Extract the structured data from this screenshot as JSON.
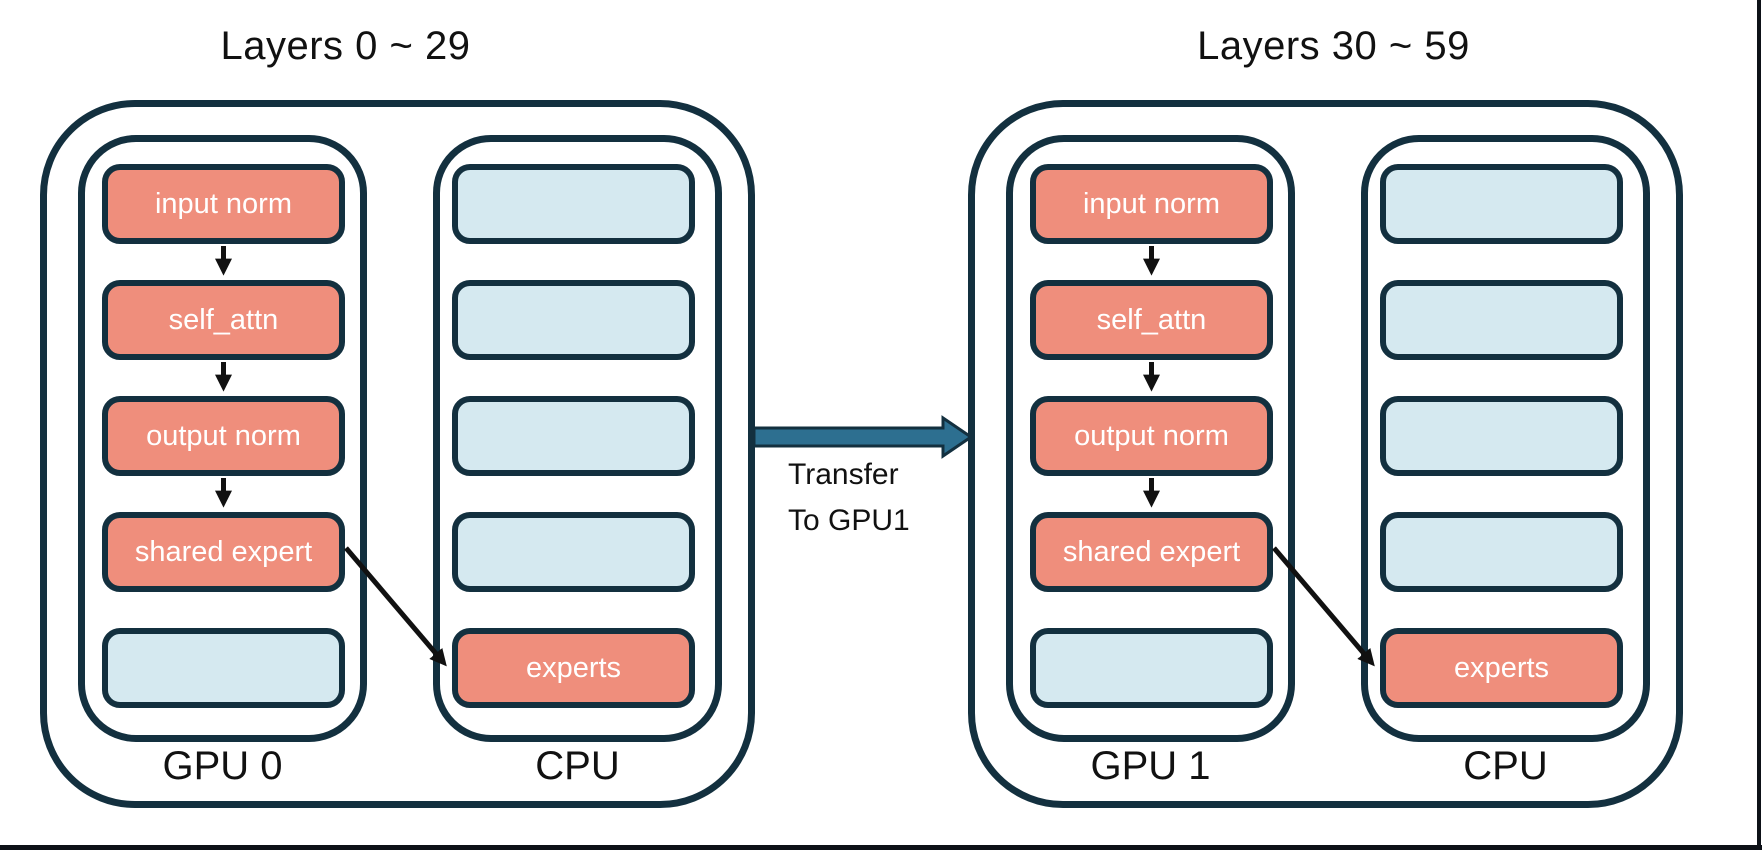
{
  "groups": [
    {
      "title": "Layers 0 ~ 29",
      "gpu_label": "GPU 0",
      "cpu_label": "CPU",
      "gpu_boxes": [
        "input norm",
        "self_attn",
        "output norm",
        "shared expert",
        ""
      ],
      "cpu_boxes": [
        "",
        "",
        "",
        "",
        "experts"
      ]
    },
    {
      "title": "Layers 30 ~ 59",
      "gpu_label": "GPU 1",
      "cpu_label": "CPU",
      "gpu_boxes": [
        "input norm",
        "self_attn",
        "output norm",
        "shared expert",
        ""
      ],
      "cpu_boxes": [
        "",
        "",
        "",
        "",
        "experts"
      ]
    }
  ],
  "transfer": {
    "label_line1": "Transfer",
    "label_line2": "To GPU1"
  },
  "colors": {
    "outline_navy": "#13303f",
    "box_salmon": "#ef8e7c",
    "box_light_blue": "#d5e9f0",
    "transfer_arrow_teal": "#2d6f90",
    "flow_arrow_black": "#111111",
    "text_dark": "#111111",
    "text_white": "#ffffff"
  }
}
